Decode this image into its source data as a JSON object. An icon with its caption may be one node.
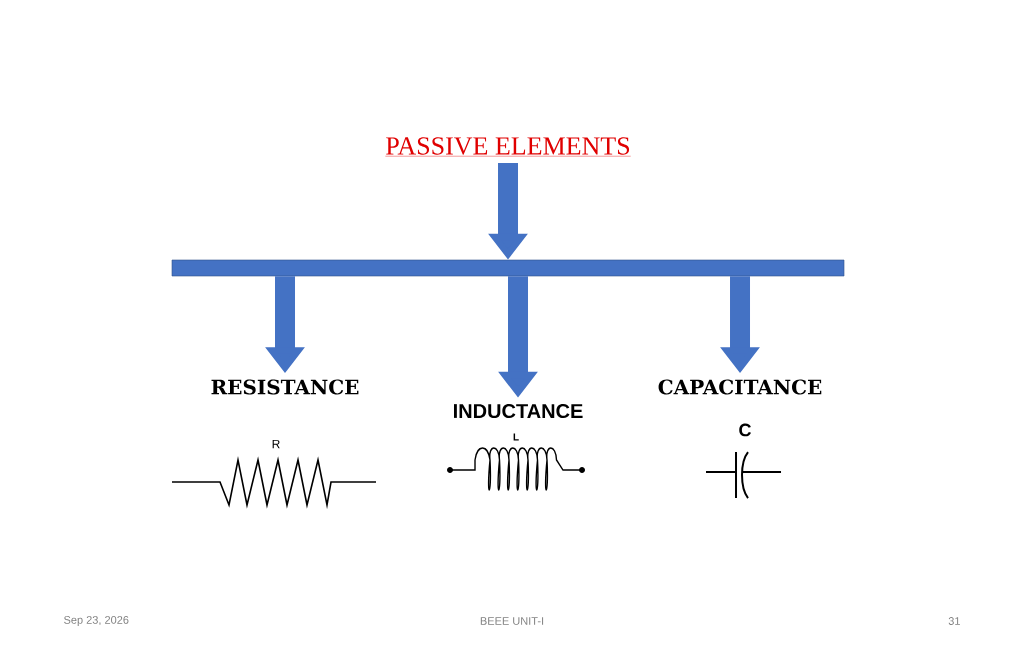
{
  "diagram": {
    "nodes": [
      {
        "text": [
          "PASSIVE ELEMENTS"
        ]
      },
      {
        "text": [],
        "shape": "bar"
      },
      {
        "text": [
          "RESISTANCE"
        ]
      },
      {
        "text": [
          "INDUCTANCE"
        ]
      },
      {
        "text": [
          "CAPACITANCE"
        ]
      }
    ],
    "edges": [
      {
        "from": 0,
        "to": 1,
        "arrow": "to"
      },
      {
        "from": 1,
        "to": 2,
        "arrow": "to"
      },
      {
        "from": 1,
        "to": 3,
        "arrow": "to"
      },
      {
        "from": 1,
        "to": 4,
        "arrow": "to"
      }
    ],
    "labels": [
      "R",
      "L",
      "C",
      "Sep 23, 2026",
      "BEEE UNIT-I",
      "31"
    ]
  }
}
